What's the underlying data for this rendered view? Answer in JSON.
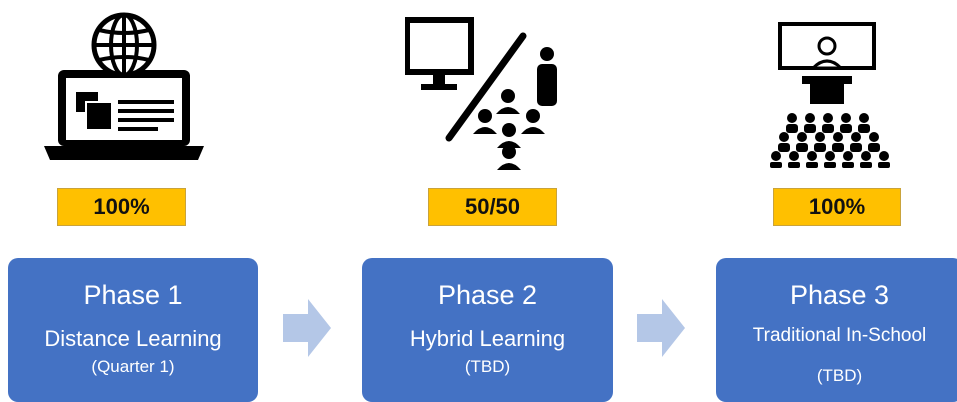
{
  "phases": [
    {
      "badge": "100%",
      "title": "Phase 1",
      "subtitle": "Distance Learning",
      "note": "(Quarter 1)",
      "icon": "laptop-globe-icon"
    },
    {
      "badge": "50/50",
      "title": "Phase 2",
      "subtitle": "Hybrid Learning",
      "note": "(TBD)",
      "icon": "hybrid-monitor-people-icon"
    },
    {
      "badge": "100%",
      "title": "Phase 3",
      "subtitle": "Traditional In-School",
      "note": "(TBD)",
      "icon": "classroom-icon"
    }
  ],
  "colors": {
    "phase_box": "#4472c4",
    "badge": "#ffc000",
    "arrow": "#b4c7e7",
    "icon": "#000000"
  }
}
